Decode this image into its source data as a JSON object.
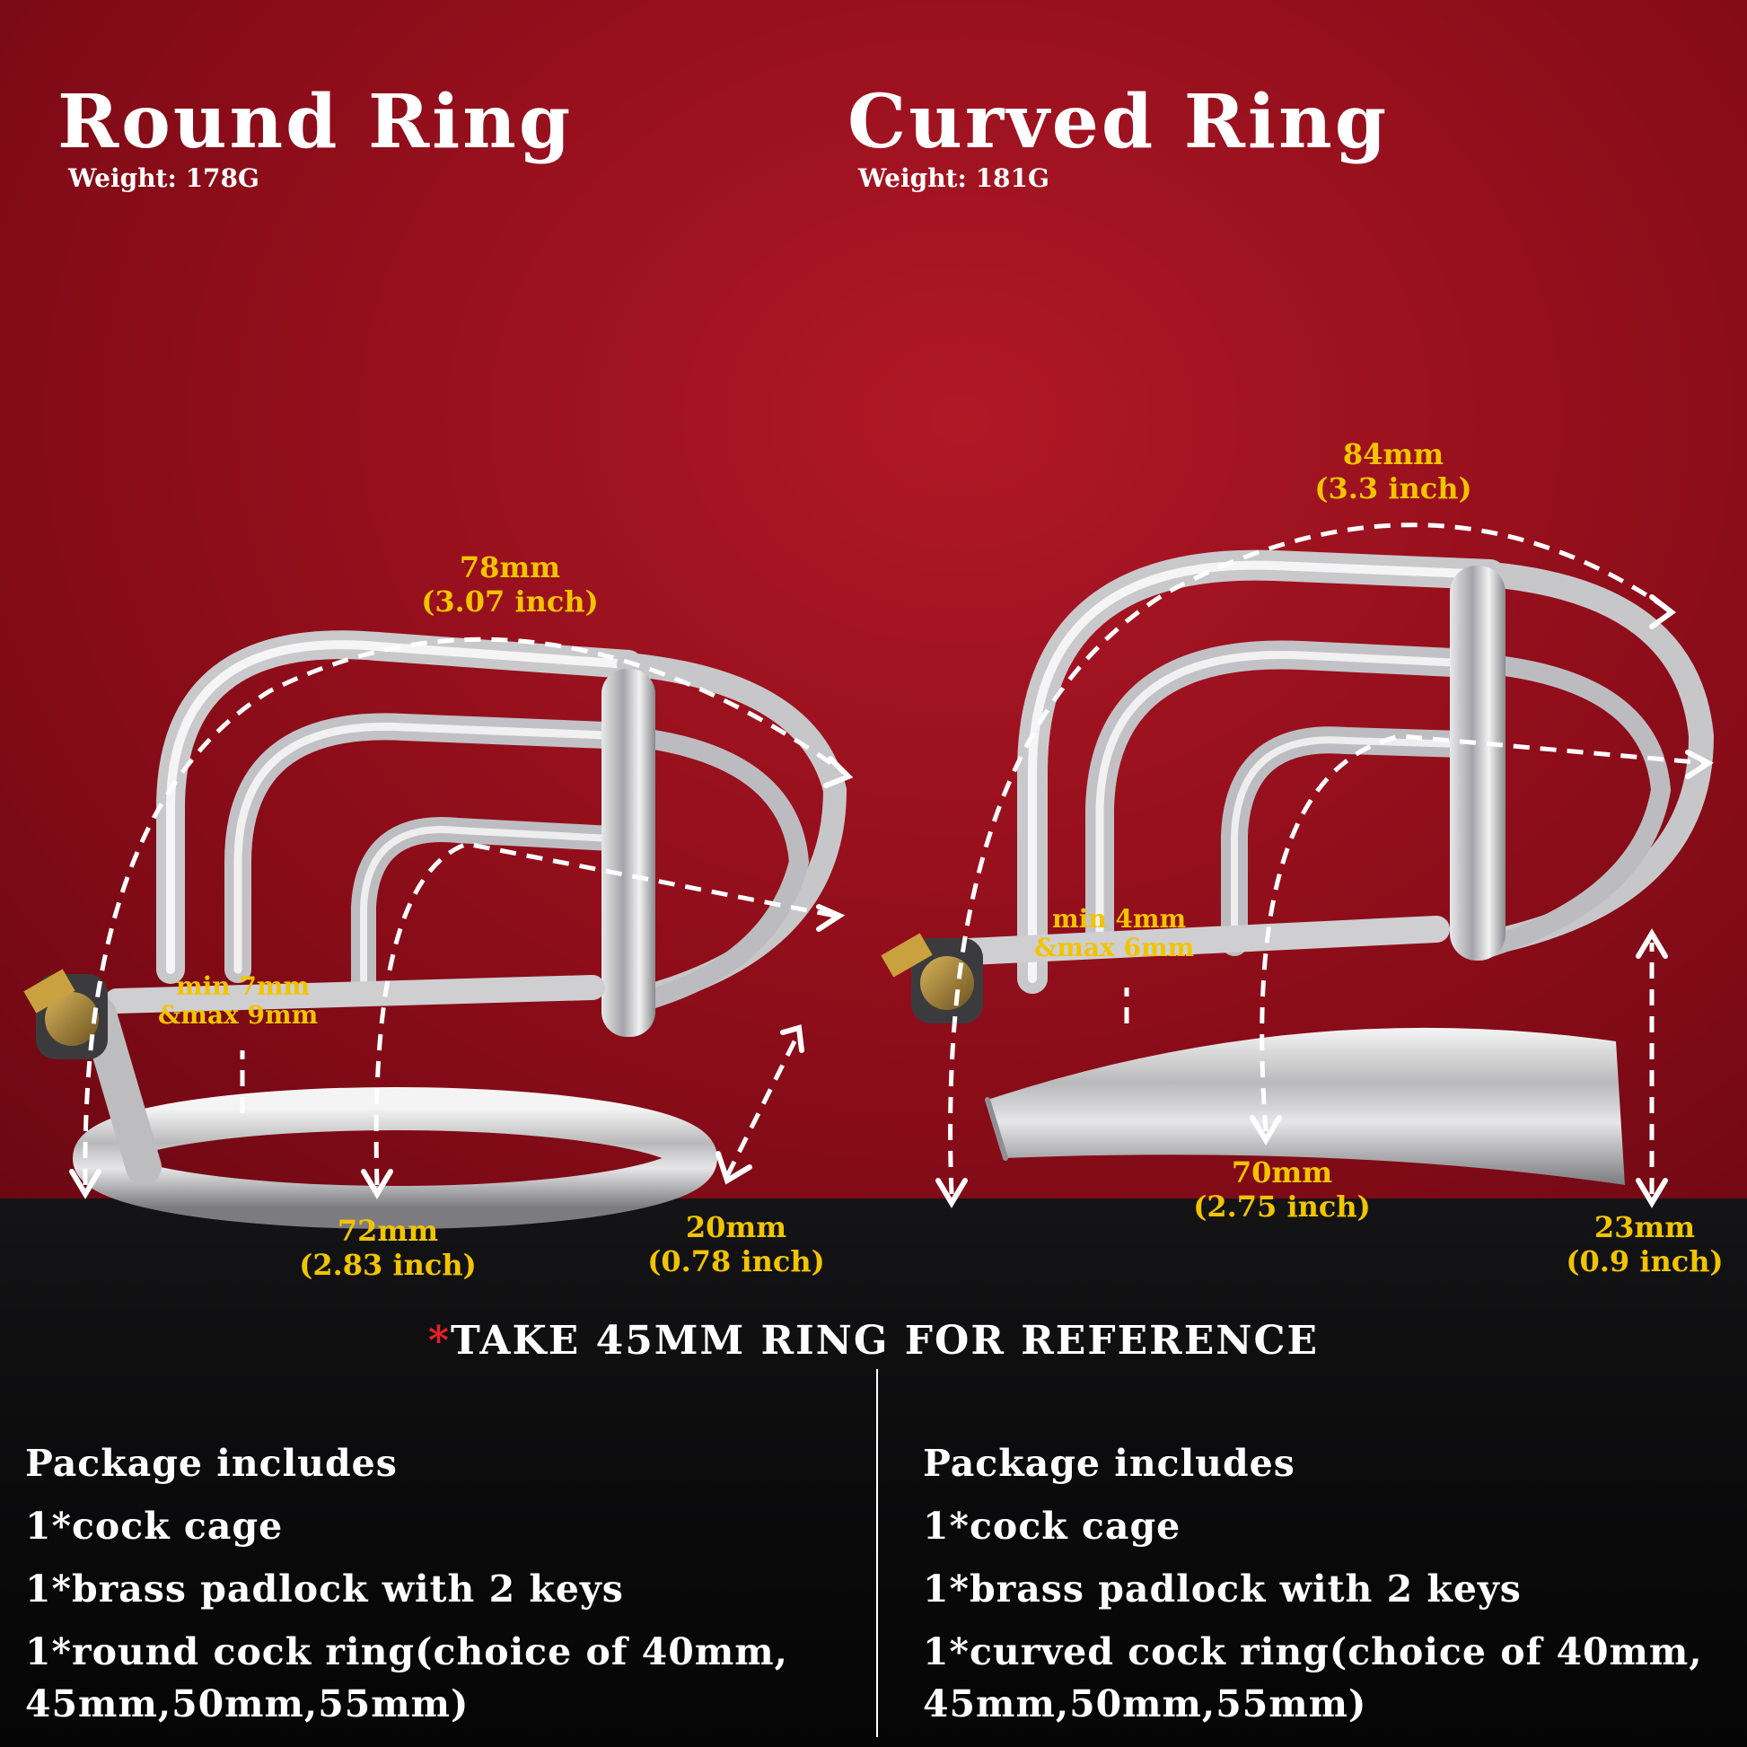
{
  "left": {
    "title": "Round Ring",
    "weight": "Weight:  178G",
    "dims": {
      "length_mm": "78mm",
      "length_in": "(3.07 inch)",
      "gap": "min 7mm",
      "gap2": "&max 9mm",
      "width_mm": "72mm",
      "width_in": "(2.83 inch)",
      "height_mm": "20mm",
      "height_in": "(0.78 inch)"
    }
  },
  "right": {
    "title": "Curved Ring",
    "weight": "Weight:  181G",
    "dims": {
      "length_mm": "84mm",
      "length_in": "(3.3 inch)",
      "gap": "min 4mm",
      "gap2": "&max 6mm",
      "width_mm": "70mm",
      "width_in": "(2.75 inch)",
      "height_mm": "23mm",
      "height_in": "(0.9 inch)"
    }
  },
  "reference": {
    "star": "*",
    "text": "TAKE 45MM RING FOR REFERENCE"
  },
  "package_left": {
    "heading": "Package includes",
    "item1": "1*cock cage",
    "item2": "1*brass padlock with 2 keys",
    "item3a": "1*round cock ring(choice of 40mm,",
    "item3b": "45mm,50mm,55mm)"
  },
  "package_right": {
    "heading": "Package includes",
    "item1": "1*cock cage",
    "item2": "1*brass padlock with 2 keys",
    "item3a": "1*curved cock ring(choice of 40mm,",
    "item3b": "45mm,50mm,55mm)"
  },
  "colors": {
    "background_red": "#9c1220",
    "background_dark": "#0a0a0b",
    "dimension_yellow": "#f2c400",
    "text_white": "#ffffff",
    "asterisk_red": "#e8202a"
  }
}
